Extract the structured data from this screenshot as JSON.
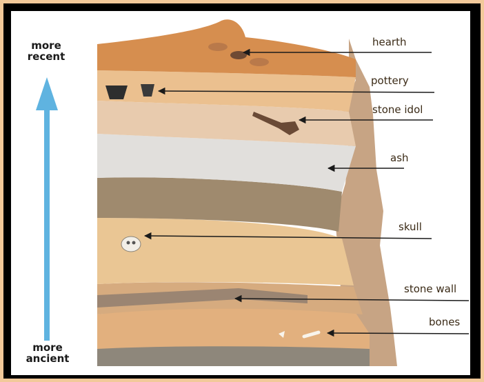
{
  "timeline": {
    "top_label": "more\nrecent",
    "bottom_label": "more\nancient",
    "arrow_color": "#5fb3e0"
  },
  "layers": [
    {
      "label": "hearth"
    },
    {
      "label": "pottery"
    },
    {
      "label": "stone idol"
    },
    {
      "label": "ash"
    },
    {
      "label": "skull"
    },
    {
      "label": "stone wall"
    },
    {
      "label": "bones"
    }
  ],
  "colors": {
    "frame": "#000000",
    "background": "#f2c99a",
    "pointer": "#1a1a1a"
  }
}
